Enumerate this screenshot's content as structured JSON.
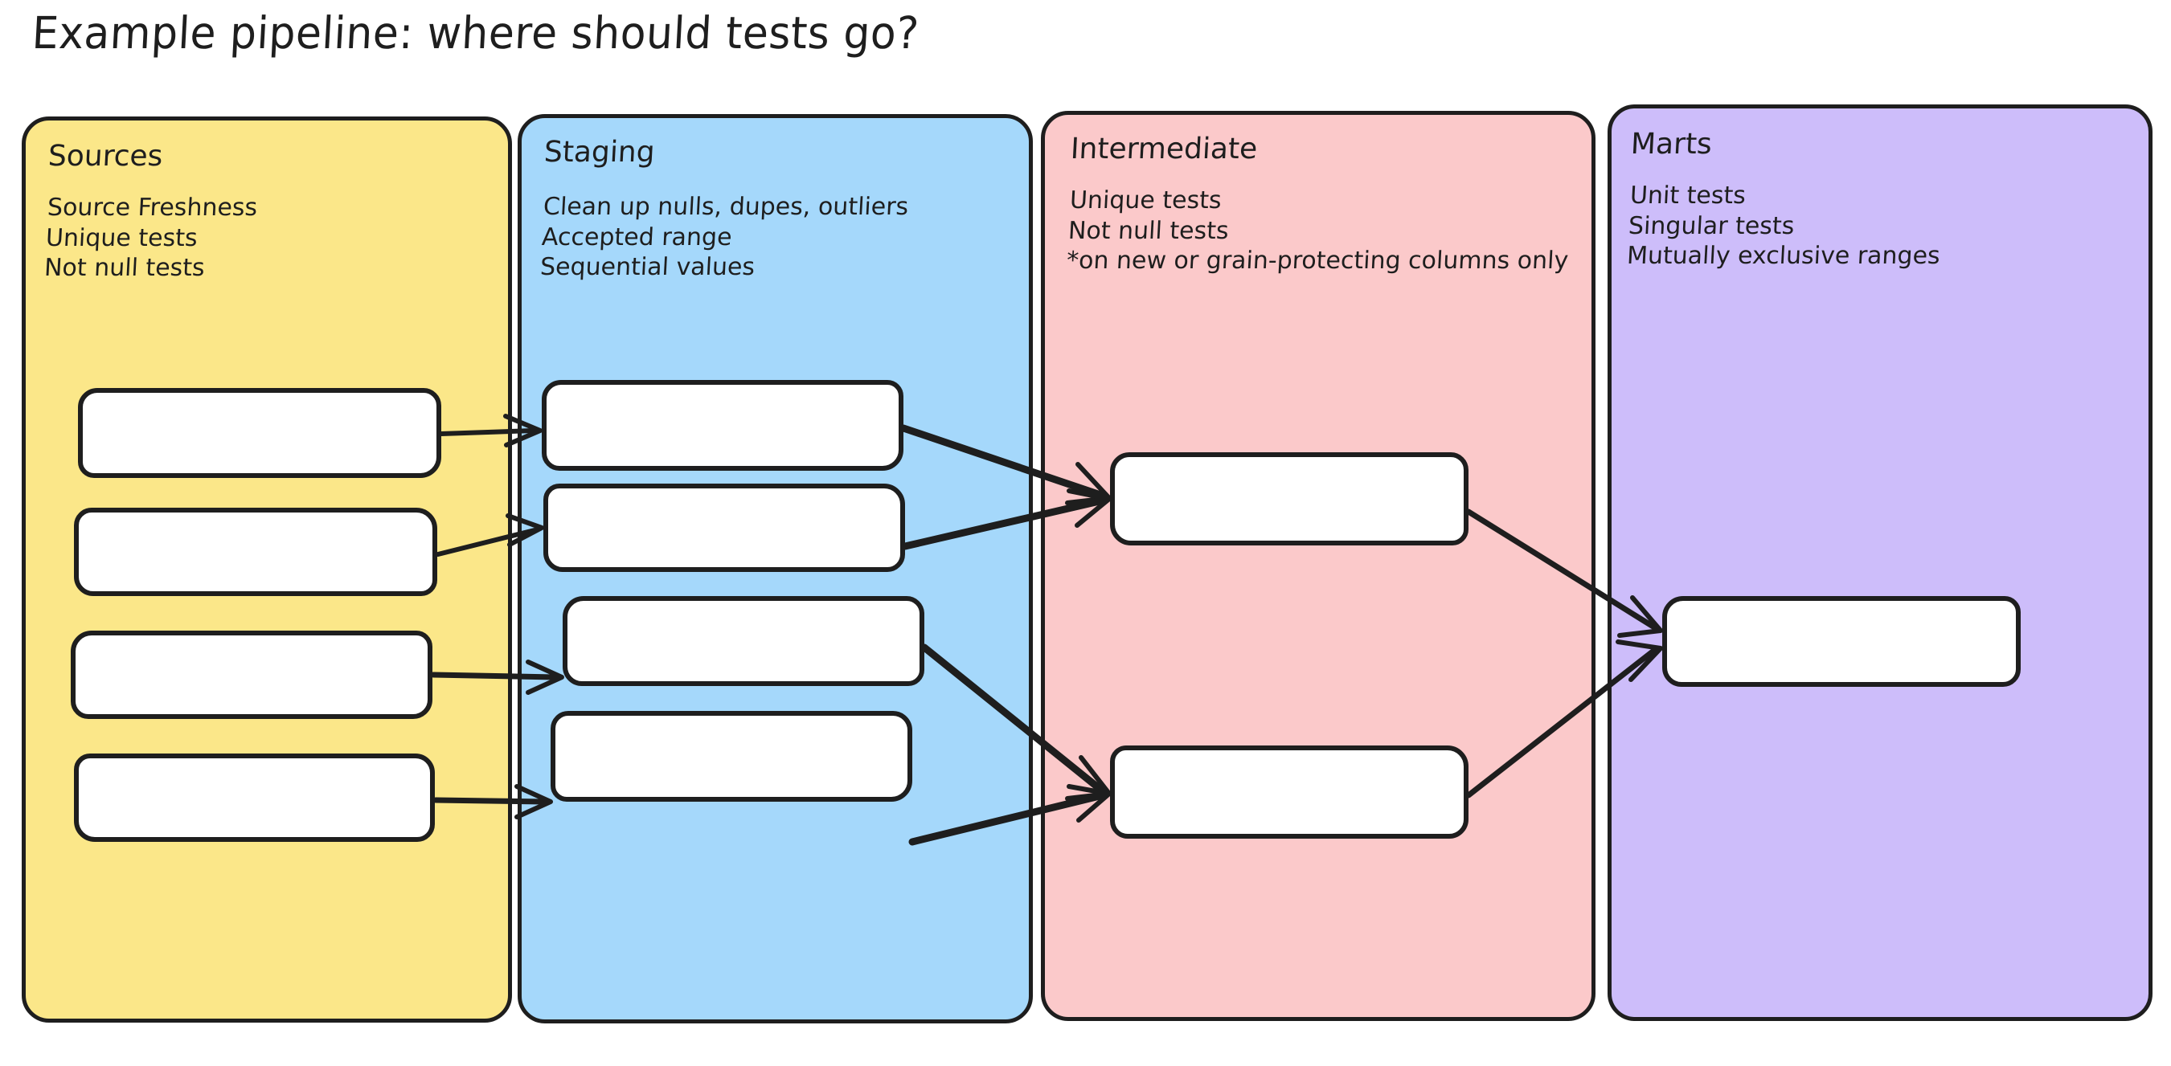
{
  "title": "Example pipeline: where should tests go?",
  "colors": {
    "stroke": "#1e1e1e",
    "background": "#ffffff",
    "node_fill": "#ffffff",
    "sources_fill": "#fbe789",
    "staging_fill": "#a5d8fb",
    "intermediate_fill": "#fbc9ca",
    "marts_fill": "#cdbdfa"
  },
  "lanes": [
    {
      "id": "sources",
      "title": "Sources",
      "fill": "#fbe789",
      "lines": [
        "Source Freshness",
        "Unique tests",
        "Not null tests"
      ],
      "node_count": 4
    },
    {
      "id": "staging",
      "title": "Staging",
      "fill": "#a5d8fb",
      "lines": [
        "Clean up nulls, dupes, outliers",
        "Accepted range",
        "Sequential values"
      ],
      "node_count": 4
    },
    {
      "id": "intermediate",
      "title": "Intermediate",
      "fill": "#fbc9ca",
      "lines": [
        "Unique tests",
        "Not null tests",
        "*on new or grain-protecting columns only"
      ],
      "node_count": 2
    },
    {
      "id": "marts",
      "title": "Marts",
      "fill": "#cdbdfa",
      "lines": [
        "Unit tests",
        "Singular tests",
        "Mutually exclusive ranges"
      ],
      "node_count": 1
    }
  ],
  "nodes": [
    {
      "id": "src-1",
      "lane": "sources",
      "label": ""
    },
    {
      "id": "src-2",
      "lane": "sources",
      "label": ""
    },
    {
      "id": "src-3",
      "lane": "sources",
      "label": ""
    },
    {
      "id": "src-4",
      "lane": "sources",
      "label": ""
    },
    {
      "id": "stg-1",
      "lane": "staging",
      "label": ""
    },
    {
      "id": "stg-2",
      "lane": "staging",
      "label": ""
    },
    {
      "id": "stg-3",
      "lane": "staging",
      "label": ""
    },
    {
      "id": "stg-4",
      "lane": "staging",
      "label": ""
    },
    {
      "id": "int-1",
      "lane": "intermediate",
      "label": ""
    },
    {
      "id": "int-2",
      "lane": "intermediate",
      "label": ""
    },
    {
      "id": "mart-1",
      "lane": "marts",
      "label": ""
    }
  ],
  "edges": [
    {
      "from": "src-1",
      "to": "stg-1"
    },
    {
      "from": "src-2",
      "to": "stg-2"
    },
    {
      "from": "src-3",
      "to": "stg-3"
    },
    {
      "from": "src-4",
      "to": "stg-4"
    },
    {
      "from": "stg-1",
      "to": "int-1"
    },
    {
      "from": "stg-2",
      "to": "int-1"
    },
    {
      "from": "stg-3",
      "to": "int-2"
    },
    {
      "from": "stg-4",
      "to": "int-2"
    },
    {
      "from": "int-1",
      "to": "mart-1"
    },
    {
      "from": "int-2",
      "to": "mart-1"
    }
  ]
}
